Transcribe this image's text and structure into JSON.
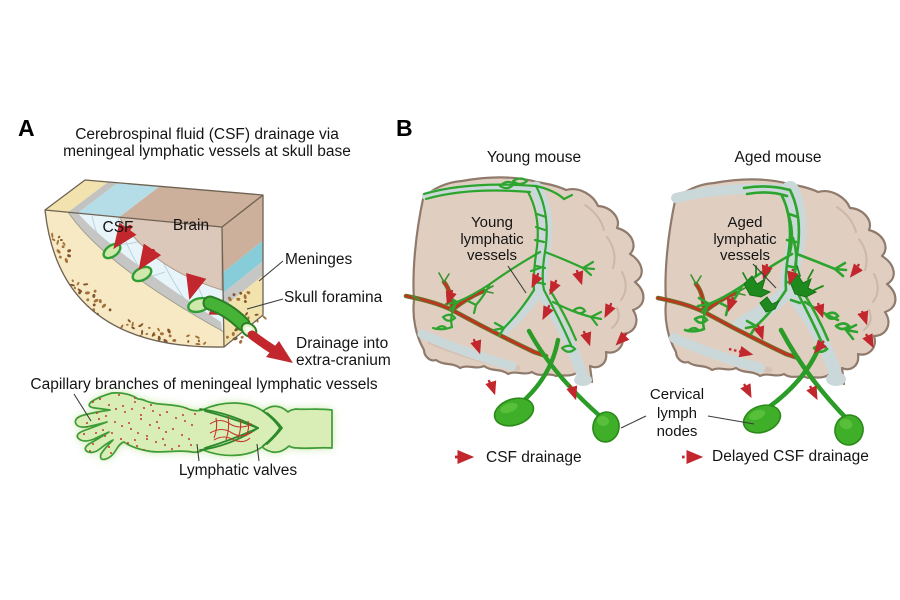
{
  "figure": {
    "panel_a": {
      "letter": "A",
      "title_lines": [
        "Cerebrospinal fluid (CSF) drainage via",
        "meningeal lymphatic vessels at skull base"
      ],
      "labels": {
        "csf": "CSF",
        "brain": "Brain",
        "meninges": "Meninges",
        "skull_foramina": "Skull foramina",
        "drainage_lines": [
          "Drainage into",
          "extra-cranium"
        ],
        "capillary_branches": "Capillary branches of meningeal lymphatic vessels",
        "lymphatic_valves": "Lymphatic valves"
      }
    },
    "panel_b": {
      "letter": "B",
      "young": {
        "title": "Young mouse",
        "vessel_label_lines": [
          "Young",
          "lymphatic",
          "vessels"
        ],
        "legend": "CSF drainage"
      },
      "aged": {
        "title": "Aged mouse",
        "vessel_label_lines": [
          "Aged",
          "lymphatic",
          "vessels"
        ],
        "legend": "Delayed CSF drainage"
      },
      "cervical_label_lines": [
        "Cervical",
        "lymph",
        "nodes"
      ]
    },
    "icons": {
      "csf_drainage_arrow": "solid-red-arrow",
      "delayed_csf_drainage_arrow": "dotted-red-arrow"
    },
    "colors": {
      "lymphatic_green": "#2da42d",
      "lymphatic_dark_green": "#1e8a1e",
      "node_green": "#3fae28",
      "arrow_red": "#c1272d",
      "blood_vessel_red": "#c53022",
      "bone_yellow": "#f6e9c4",
      "meninges_gray": "#c6c6c4",
      "csf_blue": "#e7f5fa",
      "brain_tan": "#dbc8ba",
      "brain_b_fill": "#e0cfc1",
      "sinus_gray_blue": "#cbd8da"
    }
  }
}
